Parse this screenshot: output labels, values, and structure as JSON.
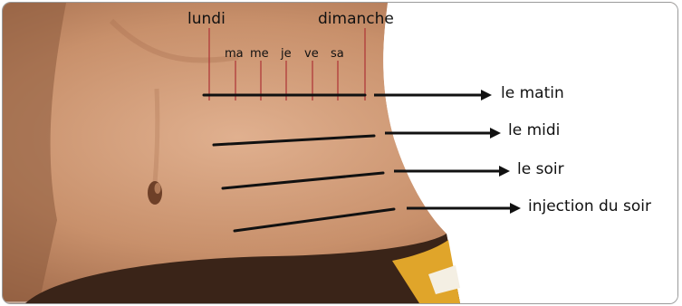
{
  "colors": {
    "skin": "#c8906b",
    "skin_dark": "#9a6445",
    "skin_light": "#e0b08f",
    "line": "#111111",
    "day_tick": "#b03a3a",
    "bikini": "#3a2418",
    "bikini_accent": "#e0a52a"
  },
  "week_labels": {
    "start": "lundi",
    "end": "dimanche",
    "days": [
      "ma",
      "me",
      "je",
      "ve",
      "sa"
    ]
  },
  "zones": [
    {
      "label": "le matin"
    },
    {
      "label": "le midi"
    },
    {
      "label": "le soir"
    },
    {
      "label": "injection du soir"
    }
  ]
}
